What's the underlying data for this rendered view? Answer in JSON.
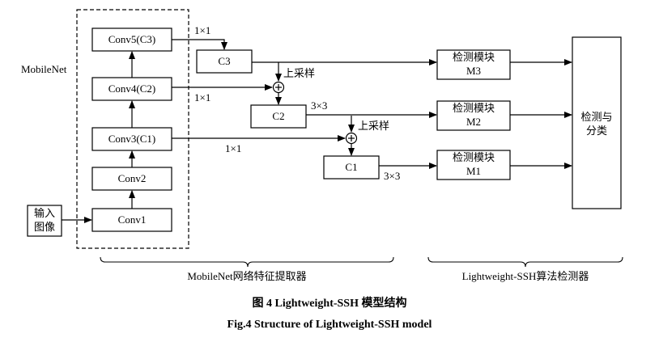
{
  "backbone_label": "MobileNet",
  "input": {
    "line1": "输入",
    "line2": "图像"
  },
  "convs": [
    "Conv1",
    "Conv2",
    "Conv3(C1)",
    "Conv4(C2)",
    "Conv5(C3)"
  ],
  "c_boxes": {
    "c3": "C3",
    "c2": "C2",
    "c1": "C1"
  },
  "ops": {
    "conv5_to_c3": "1×1",
    "conv4_to_plus": "1×1",
    "conv3_to_plus": "1×1",
    "c2_to_m2": "3×3",
    "c1_to_m1": "3×3",
    "upsample_1": "上采样",
    "upsample_2": "上采样"
  },
  "modules": {
    "m3": {
      "line1": "检测模块",
      "line2": "M3"
    },
    "m2": {
      "line1": "检测模块",
      "line2": "M2"
    },
    "m1": {
      "line1": "检测模块",
      "line2": "M1"
    }
  },
  "classifier": {
    "line1": "检测与",
    "line2": "分类"
  },
  "braces": {
    "left": "MobileNet网络特征提取器",
    "right": "Lightweight-SSH算法检测器"
  },
  "caption": {
    "cn": "图 4    Lightweight-SSH 模型结构",
    "en": "Fig.4    Structure of Lightweight-SSH model"
  }
}
